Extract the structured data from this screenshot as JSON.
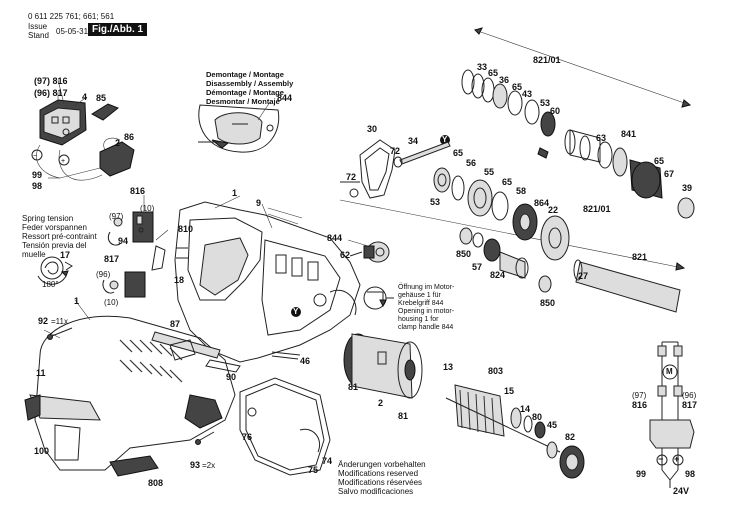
{
  "header": {
    "part_number": "0 611 225 761; 661; 561",
    "issue_label": "Issue",
    "stand_label": "Stand",
    "date": "05-05-31",
    "figure_label": "Fig./Abb. 1"
  },
  "disassembly_note": {
    "lines": [
      "Demontage / Montage",
      "Disassembly / Assembly",
      "Démontage / Montage",
      "Desmontar / Montaje"
    ],
    "part": "844"
  },
  "spring_note": {
    "lines": [
      "Spring tension",
      "Feder vorspannen",
      "Ressort pré-contraint",
      "Tensión previa del",
      "muelle"
    ],
    "angle": "180°"
  },
  "opening_note": {
    "lines": [
      "Öffnung im Motor-",
      "gehäuse 1 für",
      "Krebelgriff 844",
      "Opening in motor-",
      "housing 1 for",
      "clamp handle 844"
    ]
  },
  "footer_note": {
    "lines": [
      "Änderungen vorbehalten",
      "Modifications reserved",
      "Modifications réservées",
      "Salvo modificaciones"
    ]
  },
  "wiring": {
    "motor_label": "M",
    "voltage": "24V",
    "plus": "+",
    "minus": "−"
  },
  "part_labels": {
    "p97_816": "(97) 816",
    "p96_817": "(96) 817",
    "p4": "4",
    "p85": "85",
    "p86": "86",
    "p2": "2",
    "p99": "99",
    "p98": "98",
    "p816": "816",
    "p10": "(10)",
    "p97": "(97)",
    "p94": "94",
    "p810": "810",
    "p817": "817",
    "p96": "(96)",
    "p10b": "(10)",
    "p17": "17",
    "p18": "18",
    "p1": "1",
    "p9": "9",
    "p92": "92",
    "p92q": "=11x",
    "p87": "87",
    "p844": "844",
    "p62": "62",
    "p46": "46",
    "p90": "90",
    "p11": "11",
    "p100": "100",
    "p93": "93",
    "p93q": "=2x",
    "p808": "808",
    "p76": "76",
    "p75": "75",
    "p74": "74",
    "p30": "30",
    "p72": "72",
    "p72b": "72",
    "p34": "34",
    "p65": "65",
    "p56": "56",
    "p55": "55",
    "p53": "53",
    "p65b": "65",
    "p58": "58",
    "p864": "864",
    "p22": "22",
    "p821_01": "821/01",
    "p821_01b": "821/01",
    "p33": "33",
    "p65c": "65",
    "p36": "36",
    "p65d": "65",
    "p43": "43",
    "p53b": "53",
    "p60": "60",
    "p63": "63",
    "p841": "841",
    "p65e": "65",
    "p67": "67",
    "p39": "39",
    "p850": "850",
    "p57": "57",
    "p824": "824",
    "p850b": "850",
    "p27": "27",
    "p821": "821",
    "p81": "81",
    "p81b": "81",
    "p2b": "2",
    "p13": "13",
    "p803": "803",
    "p15": "15",
    "p14": "14",
    "p80": "80",
    "p45": "45",
    "p82": "82",
    "p97w": "(97)",
    "p816w": "816",
    "p96w": "(96)",
    "p817w": "817",
    "p99w": "99",
    "p98w": "98",
    "marker_y": "Y"
  }
}
